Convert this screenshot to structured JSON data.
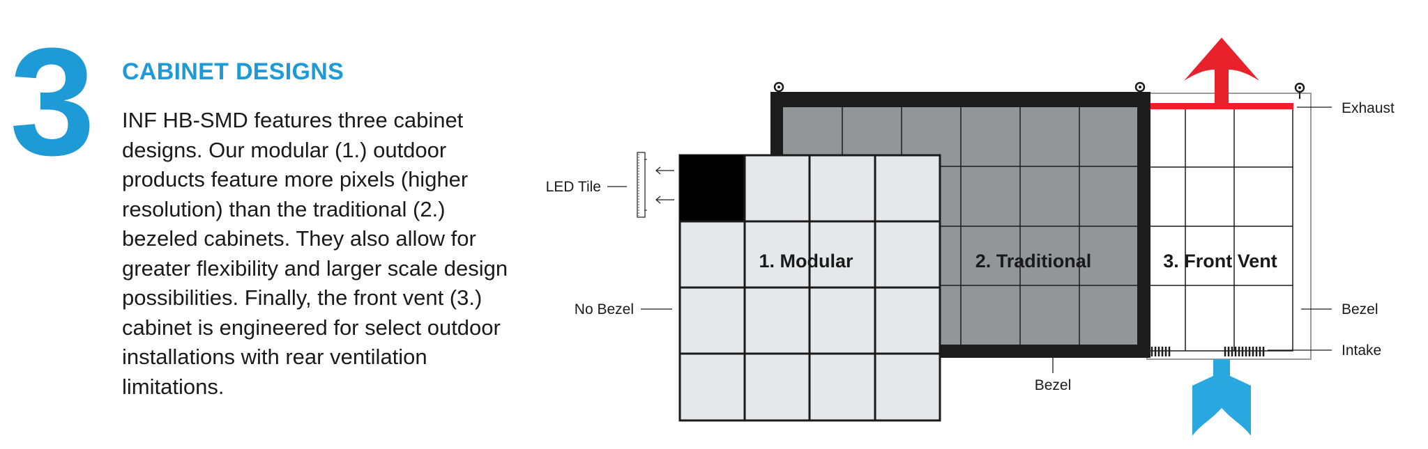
{
  "section": {
    "number": "3",
    "title": "CABINET DESIGNS",
    "body": "INF HB-SMD features three cabinet designs. Our modular (1.) outdoor products feature more pixels (higher resolution) than the traditional (2.) bezeled cabinets. They also allow for greater flexibility and larger scale design possibilities. Finally, the front vent (3.) cabinet is engineered for select outdoor installations with rear ventilation limitations."
  },
  "diagram": {
    "cabinets": {
      "modular": "1. Modular",
      "traditional": "2. Traditional",
      "front_vent": "3. Front Vent"
    },
    "callouts": {
      "led_tile": "LED Tile",
      "no_bezel": "No Bezel",
      "bezel_bottom": "Bezel",
      "exhaust": "Exhaust",
      "bezel_right": "Bezel",
      "intake": "Intake"
    },
    "colors": {
      "accent_blue": "#1e9bd7",
      "intake_blue": "#29a8e0",
      "exhaust_red": "#e8212a",
      "bezel": "#1c1c1c",
      "traditional_fill": "#939598",
      "modular_fill": "#e6e7e8"
    }
  }
}
